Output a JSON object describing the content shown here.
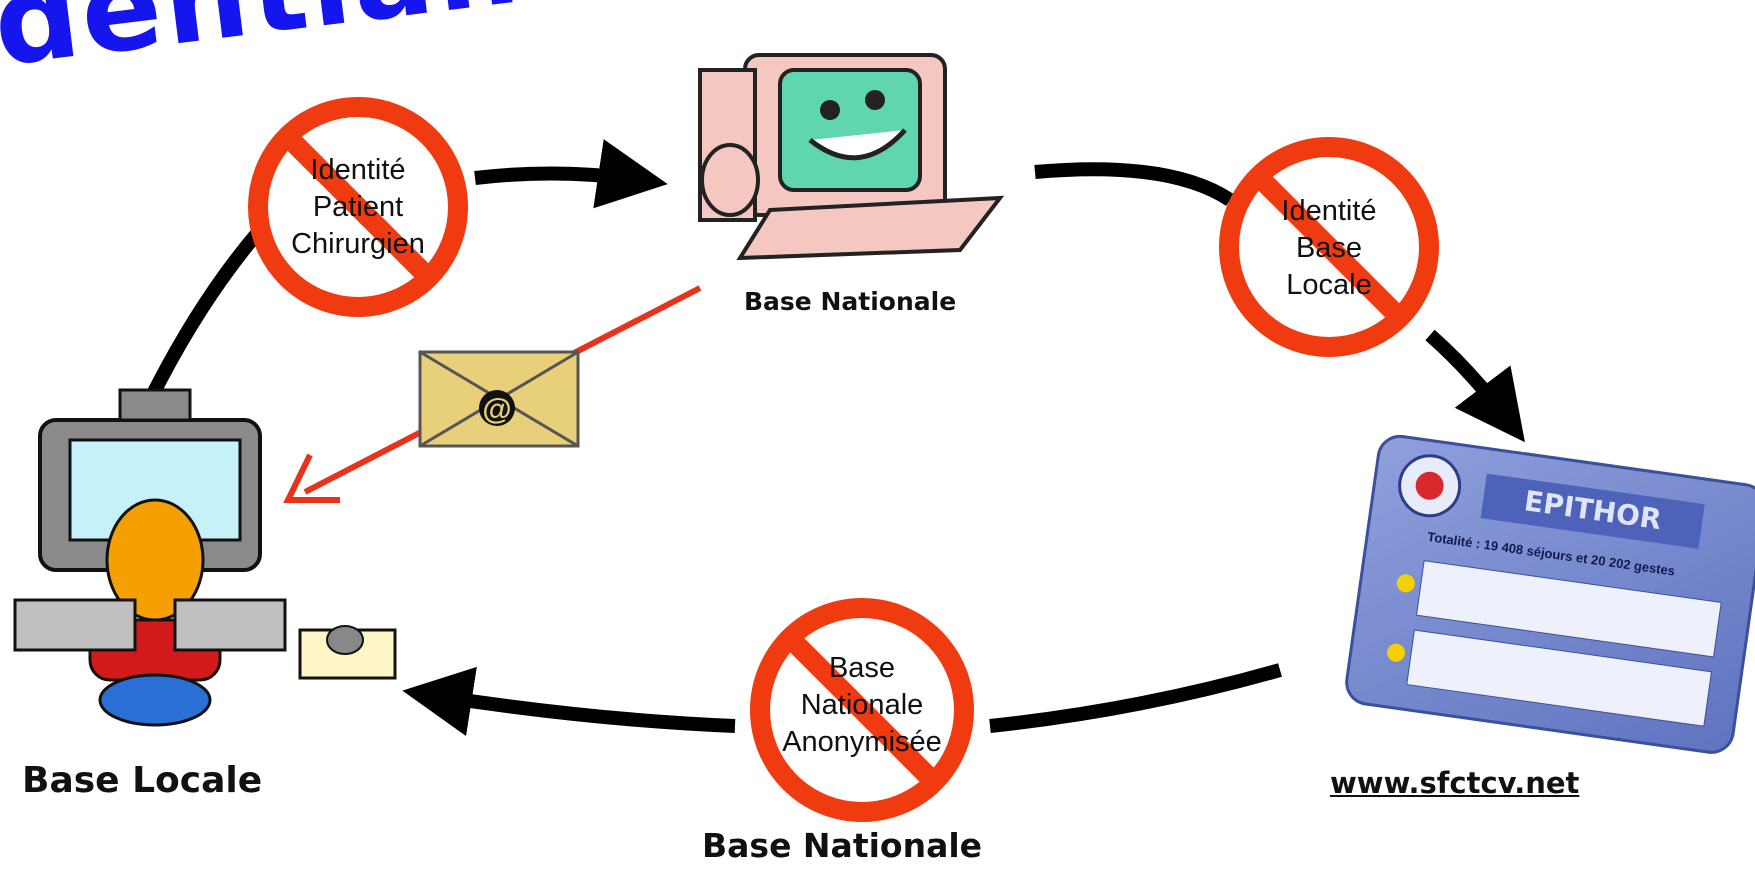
{
  "title_fragment": "dentialite",
  "nodes": {
    "national_top": "Base Nationale",
    "local": "Base Locale",
    "website": "www.sfctcv.net",
    "national_bottom": "Base Nationale"
  },
  "prohibited": {
    "top_left": [
      "Identité",
      "Patient",
      "Chirurgien"
    ],
    "top_right": [
      "Identité",
      "Base",
      "Locale"
    ],
    "bottom": [
      "Base",
      "Nationale",
      "Anonymisée"
    ]
  },
  "website_screen": {
    "banner": "EPITHOR",
    "headline": "Totalité : 19 408 séjours et 20 202 gestes"
  },
  "colors": {
    "title": "#1515ee",
    "prohibition": "#f03a10",
    "email_arrow": "#e8321c",
    "flow_arrow": "#000000"
  },
  "icons": [
    "email-envelope-icon",
    "prohibited-sign-icon",
    "computer-mascot-icon",
    "user-at-computer-icon"
  ]
}
